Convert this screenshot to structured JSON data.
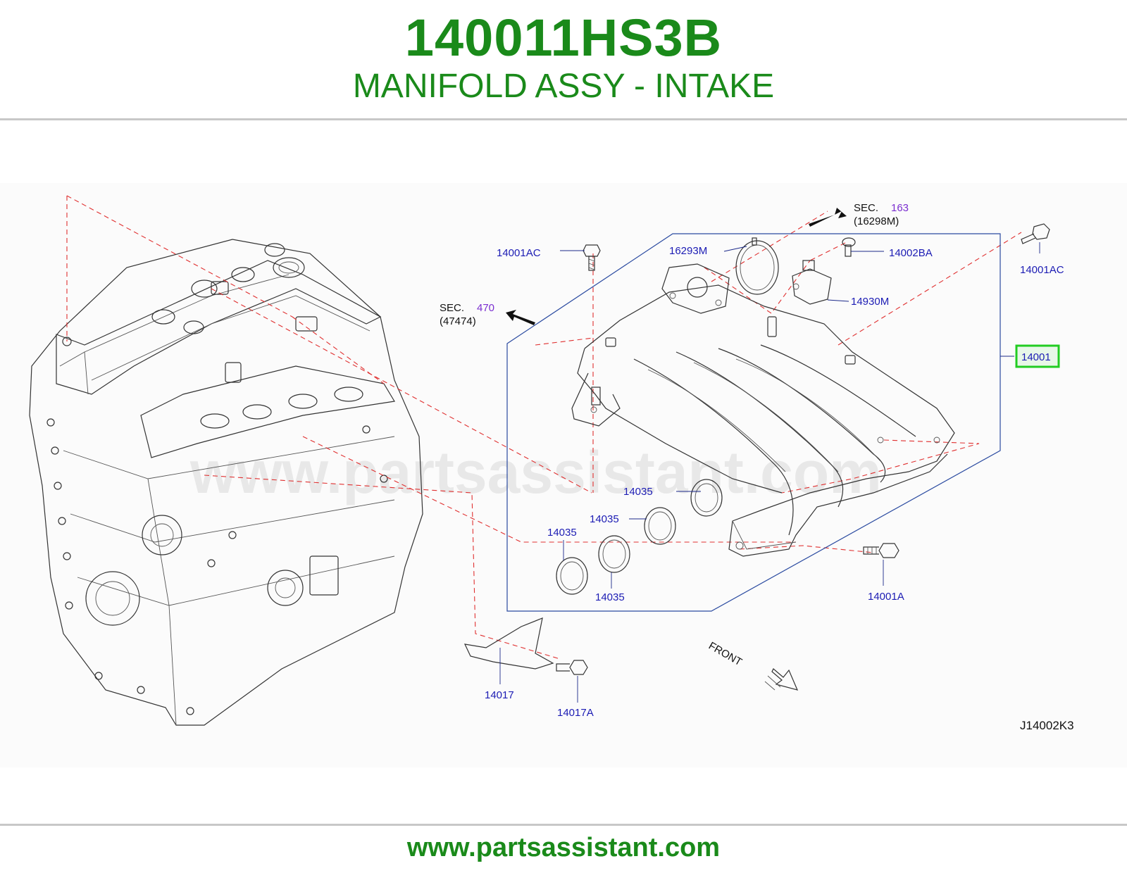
{
  "header": {
    "part_number": "140011HS3B",
    "part_name": "MANIFOLD ASSY - INTAKE"
  },
  "diagram": {
    "watermark": "www.partsassistant.com",
    "drawing_code": "J14002K3",
    "front_label": "FRONT",
    "highlighted_callout": "14001",
    "callouts": {
      "c14001AC_left": "14001AC",
      "c14001AC_right": "14001AC",
      "c16293M": "16293M",
      "c14002BA": "14002BA",
      "c14930M": "14930M",
      "c14035_a": "14035",
      "c14035_b": "14035",
      "c14035_c": "14035",
      "c14035_d": "14035",
      "c14001A": "14001A",
      "c14017": "14017",
      "c14017A": "14017A"
    },
    "sections": {
      "sec163": {
        "prefix": "SEC.",
        "number": "163",
        "ref": "(16298M)"
      },
      "sec470": {
        "prefix": "SEC.",
        "number": "470",
        "ref": "(47474)"
      }
    }
  },
  "colors": {
    "brand_green": "#1a8a1a",
    "callout_blue": "#1c1cb4",
    "section_purple": "#7b2fd0",
    "leader_red": "#e03030",
    "highlight_green": "#22cc22"
  },
  "footer": {
    "url": "www.partsassistant.com"
  }
}
